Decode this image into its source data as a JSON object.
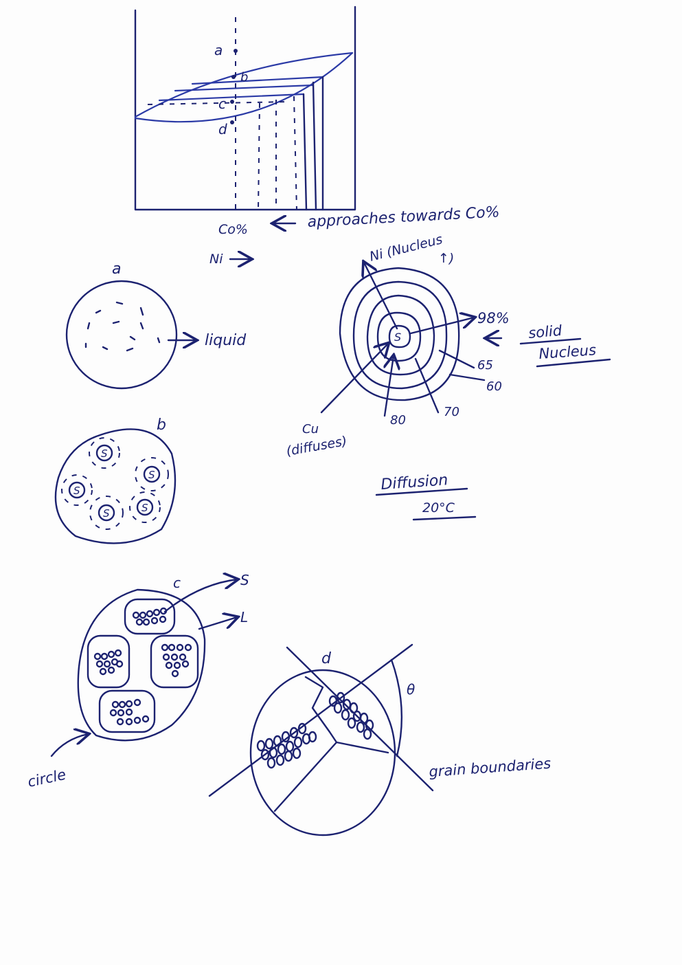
{
  "phase_diagram": {
    "point_a": "a",
    "point_b": "b",
    "point_c": "c",
    "point_d": "d",
    "co_label": "Co%",
    "approach_label": "approaches towards Co%",
    "ni_label": "Ni"
  },
  "sketch_a": {
    "label": "a",
    "liquid_label": "liquid"
  },
  "sketch_b": {
    "label": "b",
    "solid_marker": "S"
  },
  "sketch_c": {
    "label": "c",
    "solid_label": "S",
    "liquid_label": "L",
    "circle_label": "circle"
  },
  "sketch_d": {
    "label": "d",
    "angle_label": "θ",
    "grain_label": "grain boundaries"
  },
  "coring": {
    "center": "S",
    "ni_label": "Ni (Nucleus",
    "ni_arrow": "↑)",
    "pct_98": "98%",
    "solid_label": "solid",
    "nucleus_label": "Nucleus",
    "ring_65": "65",
    "ring_60": "60",
    "ring_70": "70",
    "ring_80": "80",
    "cu_label": "Cu",
    "cu_note": "(diffuses)"
  },
  "diffusion": {
    "title": "Diffusion",
    "temp": "20°C"
  },
  "colors": {
    "ink": "#1c2270",
    "blue": "#2b3aa6"
  }
}
